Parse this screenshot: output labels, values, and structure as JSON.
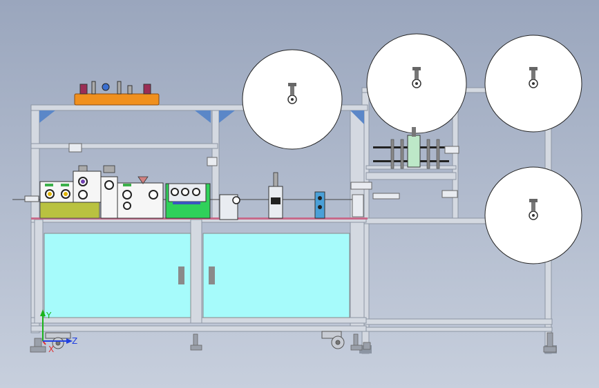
{
  "viewport": {
    "background_top": "#9aa6bd",
    "background_bottom": "#c7cfdd"
  },
  "machine": {
    "frame_color": "#d4d9e1",
    "frame_dark": "#8c95a3",
    "door_glass": "#a6fbfb",
    "door_handle": "#8a8a8a",
    "table_top": "#c86a8a",
    "brace_blue": "#5b87c8",
    "roll_fill": "#ffffff",
    "roll_count": 4
  },
  "modules": {
    "olive_block": "#b9c240",
    "green_block": "#2fd15a",
    "orange_plate": "#f0901e",
    "blue_post": "#4aa0d8"
  },
  "triad": {
    "x_label": "X",
    "y_label": "Y",
    "z_label": "Z",
    "x_color": "#e03030",
    "y_color": "#19b319",
    "z_color": "#2040e0"
  }
}
